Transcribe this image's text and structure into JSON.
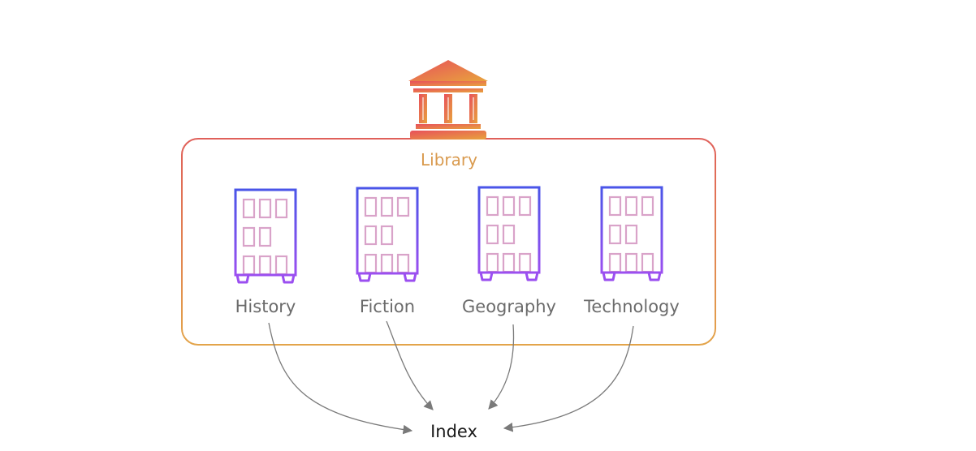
{
  "library": {
    "label": "Library",
    "icon": "library-building-icon",
    "colors": {
      "gradient_start": "#e8505b",
      "gradient_end": "#e8a33d",
      "label": "#d99a4e"
    }
  },
  "shelves": [
    {
      "label": "History",
      "icon": "bookshelf-icon"
    },
    {
      "label": "Fiction",
      "icon": "bookshelf-icon"
    },
    {
      "label": "Geography",
      "icon": "bookshelf-icon"
    },
    {
      "label": "Technology",
      "icon": "bookshelf-icon"
    }
  ],
  "index": {
    "label": "Index"
  },
  "colors": {
    "shelf_frame_start": "#4a55e8",
    "shelf_frame_end": "#9b4ff0",
    "book": "#d9a3c9",
    "shelf_label": "#6b6b6b",
    "arrow": "#7a7a7a",
    "index_label": "#1a1a1a"
  }
}
